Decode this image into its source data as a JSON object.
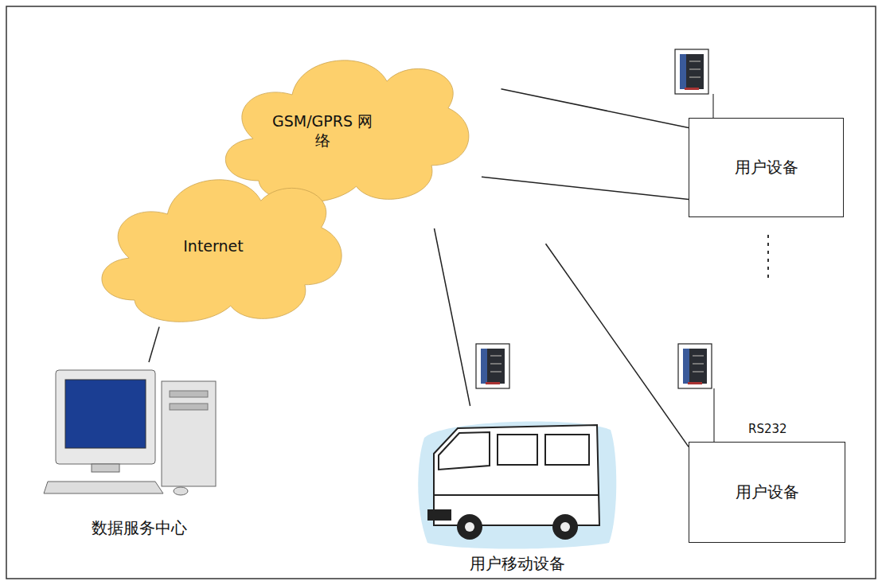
{
  "diagram": {
    "nodes": [
      {
        "text": [
          "GSM/GPRS 网络"
        ]
      },
      {
        "text": [
          "Internet"
        ]
      },
      {
        "text": [
          "数据服务中心"
        ]
      },
      {
        "text": [
          "用户设备"
        ]
      },
      {
        "text": [
          "用户移动设备"
        ]
      },
      {
        "text": [
          "用户设备"
        ]
      }
    ],
    "edges": [
      {
        "from": 0,
        "to": 3,
        "arrow": "none"
      },
      {
        "from": 0,
        "to": 3,
        "arrow": "none"
      },
      {
        "from": 0,
        "to": 4,
        "arrow": "none"
      },
      {
        "from": 0,
        "to": 5,
        "arrow": "none"
      },
      {
        "from": 1,
        "to": 2,
        "arrow": "none"
      }
    ],
    "labels": [
      "RS232"
    ]
  }
}
